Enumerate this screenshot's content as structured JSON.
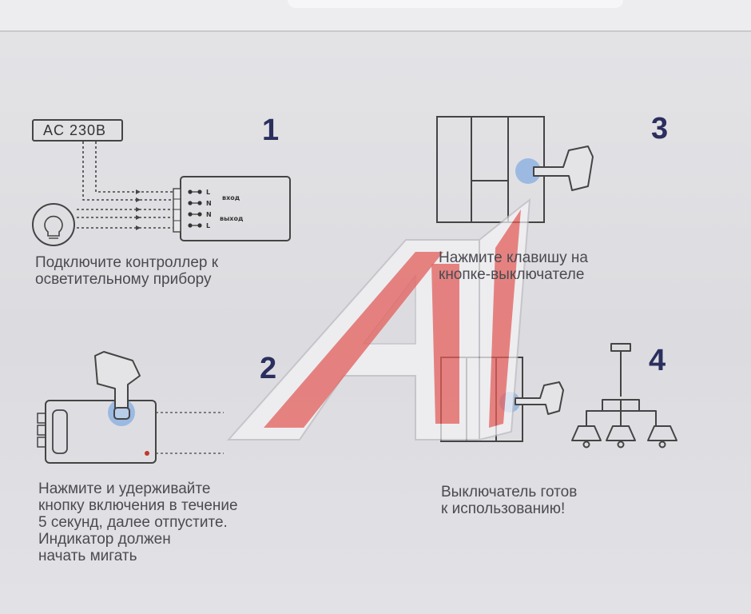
{
  "steps": [
    {
      "number": "1",
      "caption": "Подключите контроллер к\nосветительному прибору"
    },
    {
      "number": "2",
      "caption": "Нажмите и удерживайте\nкнопку включения в течение\n5 секунд, далее отпустите.\nИндикатор должен\nначать мигать"
    },
    {
      "number": "3",
      "caption": "Нажмите клавишу на\nкнопке-выключателе"
    },
    {
      "number": "4",
      "caption": "Выключатель готов\nк использованию!"
    }
  ],
  "diagram": {
    "power_label": "AC   230B",
    "terminals": [
      "L",
      "N",
      "N",
      "L"
    ],
    "input_label": "вход",
    "output_label": "выход"
  },
  "colors": {
    "number": "#2b2f5e",
    "button_highlight": "#8fb3e0",
    "indicator": "#c0392b",
    "watermark_red": "#e53935"
  },
  "icons": [
    "bulb-icon",
    "hand-pointer-icon",
    "chandelier-icon",
    "wall-switch-icon",
    "controller-icon",
    "watermark-logo-icon"
  ]
}
